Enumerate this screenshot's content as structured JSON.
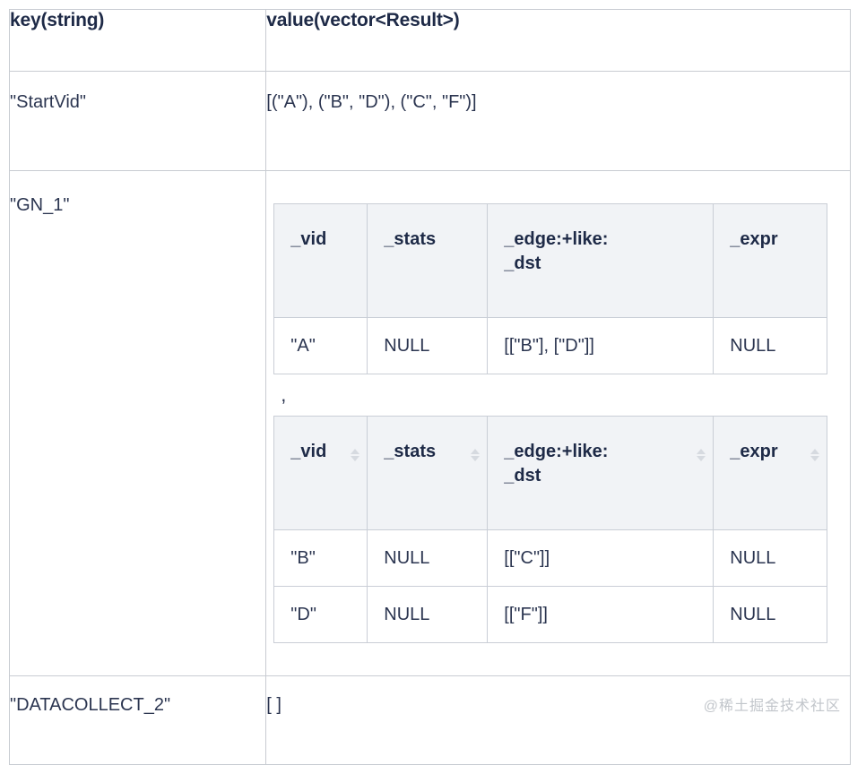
{
  "table": {
    "headers": {
      "key": "key(string)",
      "value": "value(vector<Result>)"
    },
    "rows": [
      {
        "key": "\"StartVid\"",
        "value_text": "[(\"A\"),  (\"B\", \"D\"), (\"C\", \"F\")]"
      },
      {
        "key": "\"GN_1\"",
        "separator": ",",
        "inner_tables": [
          {
            "sortable": false,
            "columns": [
              "_vid",
              "_stats",
              "_edge:+like:_dst",
              "_expr"
            ],
            "rows": [
              [
                "\"A\"",
                "NULL",
                "[[\"B\"], [\"D\"]]",
                "NULL"
              ]
            ]
          },
          {
            "sortable": true,
            "columns": [
              "_vid",
              "_stats",
              "_edge:+like:_dst",
              "_expr"
            ],
            "rows": [
              [
                "\"B\"",
                "NULL",
                "[[\"C\"]]",
                "NULL"
              ],
              [
                "\"D\"",
                "NULL",
                "[[\"F\"]]",
                "NULL"
              ]
            ]
          }
        ]
      },
      {
        "key": "\"DATACOLLECT_2\"",
        "value_text": "[ ]"
      }
    ]
  },
  "watermark": "@稀土掘金技术社区",
  "colors": {
    "text": "#1e2a47",
    "body_text": "#2b3550",
    "border": "#c8ccd2",
    "inner_header_bg": "#f1f3f6",
    "sort_arrow": "#d6dae0",
    "watermark": "#c2c6cb"
  }
}
